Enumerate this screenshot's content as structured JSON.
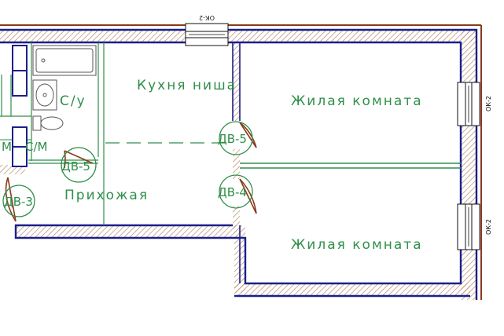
{
  "rooms": {
    "kitchen": "Кухня ниша",
    "living_top": "Жилая комната",
    "living_bottom": "Жилая комната",
    "hallway": "Прихожая",
    "bathroom": "С/у",
    "wardrobe": "С/М",
    "wardrobe_left": "М"
  },
  "doors": {
    "d5_hall": "ДВ-5",
    "d3": "ДВ-3",
    "d5_room": "ДВ-5",
    "d4": "ДВ-4"
  },
  "windows": {
    "top": "ОК-2",
    "right_upper": "ОК-2",
    "right_lower": "ОК-2"
  },
  "colors": {
    "wall_outline": "#1b1f8a",
    "hatch": "#b58a6a",
    "outer_brown": "#8a3a1c",
    "green": "#2f8f4a"
  }
}
